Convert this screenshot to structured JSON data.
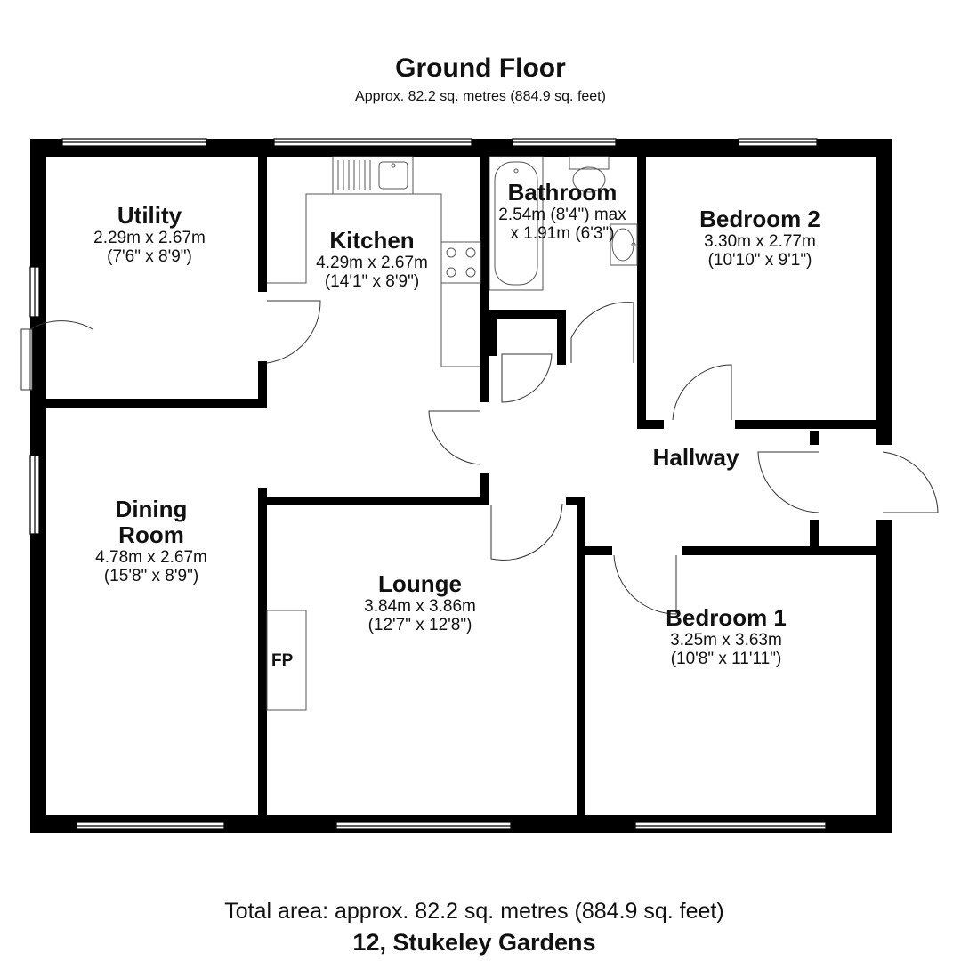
{
  "floor": {
    "title": "Ground Floor",
    "area": "Approx. 82.2 sq. metres (884.9 sq. feet)"
  },
  "rooms": {
    "utility": {
      "name": "Utility",
      "dim_metric": "2.29m x 2.67m",
      "dim_imperial": "(7'6\" x 8'9\")"
    },
    "kitchen": {
      "name": "Kitchen",
      "dim_metric": "4.29m x 2.67m",
      "dim_imperial": "(14'1\" x 8'9\")"
    },
    "bathroom": {
      "name": "Bathroom",
      "dim_metric": "2.54m (8'4\") max",
      "dim_imperial": "x 1.91m (6'3\")"
    },
    "bedroom2": {
      "name": "Bedroom 2",
      "dim_metric": "3.30m x 2.77m",
      "dim_imperial": "(10'10\" x 9'1\")"
    },
    "hallway": {
      "name": "Hallway"
    },
    "dining": {
      "name_line1": "Dining",
      "name_line2": "Room",
      "dim_metric": "4.78m x 2.67m",
      "dim_imperial": "(15'8\" x 8'9\")"
    },
    "lounge": {
      "name": "Lounge",
      "dim_metric": "3.84m x 3.86m",
      "dim_imperial": "(12'7\" x 12'8\")"
    },
    "bedroom1": {
      "name": "Bedroom 1",
      "dim_metric": "3.25m x 3.63m",
      "dim_imperial": "(10'8\" x 11'11\")"
    }
  },
  "fireplace_label": "FP",
  "footer": {
    "total_area": "Total area: approx. 82.2 sq. metres (884.9 sq. feet)",
    "address": "12, Stukeley Gardens"
  }
}
